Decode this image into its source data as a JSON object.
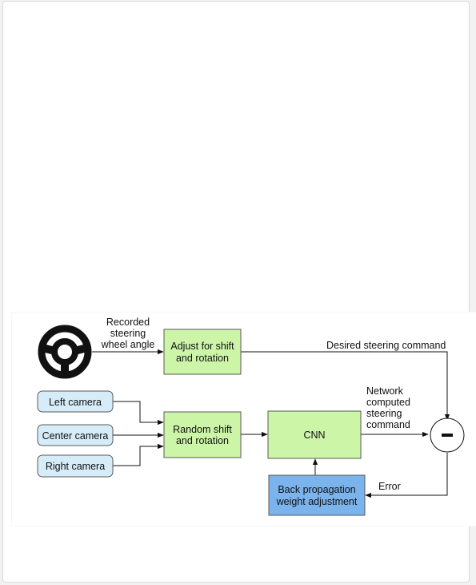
{
  "diagram": {
    "labels": {
      "recorded": [
        "Recorded",
        "steering",
        "wheel angle"
      ],
      "adjust": [
        "Adjust for shift",
        "and rotation"
      ],
      "desired": "Desired steering command",
      "left_camera": "Left camera",
      "center_camera": "Center camera",
      "right_camera": "Right camera",
      "random": [
        "Random shift",
        "and rotation"
      ],
      "cnn": "CNN",
      "network": [
        "Network",
        "computed",
        "steering",
        "command"
      ],
      "minus": "−",
      "error": "Error",
      "backprop": [
        "Back propagation",
        "weight adjustment"
      ]
    },
    "icons": {
      "steering": "steering-wheel-icon"
    },
    "colors": {
      "process_box": "#ccf5a8",
      "camera_box": "#d6ecf8",
      "backprop_box": "#7bb3ec"
    }
  }
}
